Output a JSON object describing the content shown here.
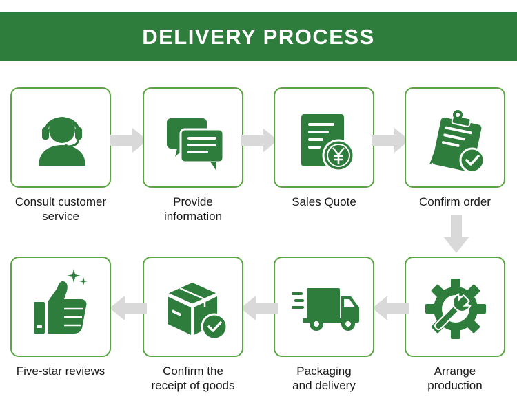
{
  "header": {
    "title": "DELIVERY PROCESS"
  },
  "colors": {
    "accent": "#2e7d3c",
    "border": "#5aa642",
    "arrow": "#d9d9d9",
    "label": "#1a1a1a"
  },
  "steps": [
    {
      "label_line1": "Consult customer",
      "label_line2": "service",
      "icon": "customer-service-icon"
    },
    {
      "label_line1": "Provide",
      "label_line2": "information",
      "icon": "chat-bubbles-icon"
    },
    {
      "label_line1": "Sales Quote",
      "label_line2": "",
      "icon": "yen-document-icon"
    },
    {
      "label_line1": "Confirm order",
      "label_line2": "",
      "icon": "clipboard-check-icon"
    },
    {
      "label_line1": "Arrange",
      "label_line2": "production",
      "icon": "gear-wrench-icon"
    },
    {
      "label_line1": "Packaging",
      "label_line2": "and delivery",
      "icon": "truck-icon"
    },
    {
      "label_line1": "Confirm the",
      "label_line2": "receipt of goods",
      "icon": "box-check-icon"
    },
    {
      "label_line1": "Five-star reviews",
      "label_line2": "",
      "icon": "thumbs-up-icon"
    }
  ]
}
